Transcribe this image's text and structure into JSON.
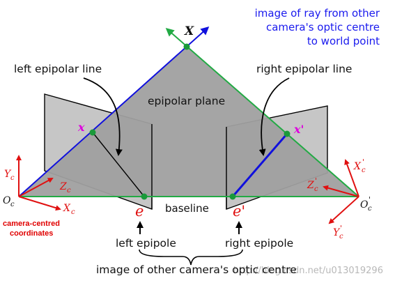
{
  "title_note": {
    "line1": "image of ray from other",
    "line2": "camera's optic centre",
    "line3": "to world point"
  },
  "labels": {
    "world_point": "X",
    "left_image_point": "x",
    "right_image_point": "x'",
    "epipolar_plane": "epipolar plane",
    "left_epipolar_line": "left epipolar line",
    "right_epipolar_line": "right epipolar line",
    "baseline": "baseline",
    "left_epipole_symbol": "e",
    "right_epipole_symbol": "e'",
    "left_epipole": "left epipole",
    "right_epipole": "right epipole",
    "optic_centre_image": "image of other camera's optic centre",
    "camera_centred_line1": "camera-centred",
    "camera_centred_line2": "coordinates",
    "left_centre": "O",
    "left_centre_sub": "c",
    "right_centre": "O",
    "right_centre_sub": "c",
    "right_centre_prime": "'"
  },
  "axes": {
    "left": {
      "y": "Y",
      "z": "Z",
      "x": "X",
      "sub": "c"
    },
    "right": {
      "x": "X",
      "z": "Z",
      "y": "Y",
      "sub": "c",
      "prime": "'"
    }
  },
  "watermark": "http://blog.csdn.net/u013019296",
  "colors": {
    "plane": "#a0a0a0",
    "image_plane": "#c6c6c6",
    "ray": "#1010dd",
    "baseline": "#22aa44",
    "point": "#1a9a3a",
    "axes": "#e01010",
    "magenta": "#dd00dd"
  }
}
